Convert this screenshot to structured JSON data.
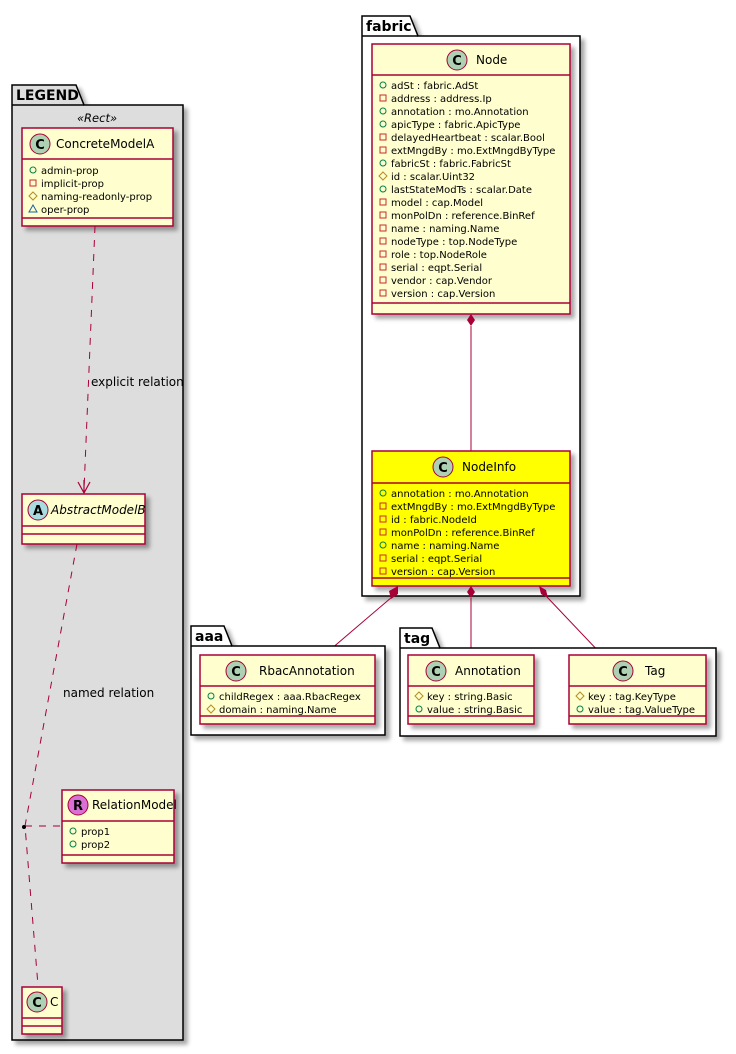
{
  "diagram": {
    "colors": {
      "class_fill": "#FEFECE",
      "class_border": "#A80036",
      "highlight_fill": "#FFFF00",
      "legend_fill": "#DDDDDD",
      "package_fill": "#FFFFFF",
      "line": "#A80036",
      "circle_class": "#ADD1B2",
      "circle_abstract": "#A9DCDF",
      "circle_relation": "#DA70D6",
      "vis_public": "#038048",
      "vis_private": "#C82930",
      "vis_protected": "#B38D22",
      "vis_package": "#1963A0"
    },
    "packages": {
      "legend": {
        "name": "LEGEND",
        "stereotype": "«Rect»"
      },
      "fabric": {
        "name": "fabric"
      },
      "aaa": {
        "name": "aaa"
      },
      "tag": {
        "name": "tag"
      }
    },
    "classes": {
      "concreteModelA": {
        "name": "ConcreteModelA",
        "kind": "C",
        "attributes": [
          {
            "vis": "public",
            "text": "admin-prop"
          },
          {
            "vis": "private",
            "text": "implicit-prop"
          },
          {
            "vis": "protected",
            "text": "naming-readonly-prop"
          },
          {
            "vis": "package",
            "text": "oper-prop"
          }
        ]
      },
      "abstractModelB": {
        "name": "AbstractModelB",
        "kind": "A",
        "attributes": []
      },
      "relationModel": {
        "name": "RelationModel",
        "kind": "R",
        "attributes": [
          {
            "vis": "public",
            "text": "prop1"
          },
          {
            "vis": "public",
            "text": "prop2"
          }
        ]
      },
      "c": {
        "name": "C",
        "kind": "C",
        "attributes": []
      },
      "node": {
        "name": "Node",
        "kind": "C",
        "attributes": [
          {
            "vis": "public",
            "text": "adSt : fabric.AdSt"
          },
          {
            "vis": "private",
            "text": "address : address.Ip"
          },
          {
            "vis": "public",
            "text": "annotation : mo.Annotation"
          },
          {
            "vis": "public",
            "text": "apicType : fabric.ApicType"
          },
          {
            "vis": "private",
            "text": "delayedHeartbeat : scalar.Bool"
          },
          {
            "vis": "private",
            "text": "extMngdBy : mo.ExtMngdByType"
          },
          {
            "vis": "public",
            "text": "fabricSt : fabric.FabricSt"
          },
          {
            "vis": "protected",
            "text": "id : scalar.Uint32"
          },
          {
            "vis": "public",
            "text": "lastStateModTs : scalar.Date"
          },
          {
            "vis": "private",
            "text": "model : cap.Model"
          },
          {
            "vis": "private",
            "text": "monPolDn : reference.BinRef"
          },
          {
            "vis": "private",
            "text": "name : naming.Name"
          },
          {
            "vis": "private",
            "text": "nodeType : top.NodeType"
          },
          {
            "vis": "private",
            "text": "role : top.NodeRole"
          },
          {
            "vis": "private",
            "text": "serial : eqpt.Serial"
          },
          {
            "vis": "private",
            "text": "vendor : cap.Vendor"
          },
          {
            "vis": "private",
            "text": "version : cap.Version"
          }
        ]
      },
      "nodeInfo": {
        "name": "NodeInfo",
        "kind": "C",
        "highlighted": true,
        "attributes": [
          {
            "vis": "public",
            "text": "annotation : mo.Annotation"
          },
          {
            "vis": "private",
            "text": "extMngdBy : mo.ExtMngdByType"
          },
          {
            "vis": "private",
            "text": "id : fabric.NodeId"
          },
          {
            "vis": "private",
            "text": "monPolDn : reference.BinRef"
          },
          {
            "vis": "public",
            "text": "name : naming.Name"
          },
          {
            "vis": "private",
            "text": "serial : eqpt.Serial"
          },
          {
            "vis": "private",
            "text": "version : cap.Version"
          }
        ]
      },
      "rbacAnnotation": {
        "name": "RbacAnnotation",
        "kind": "C",
        "attributes": [
          {
            "vis": "public",
            "text": "childRegex : aaa.RbacRegex"
          },
          {
            "vis": "protected",
            "text": "domain : naming.Name"
          }
        ]
      },
      "annotation": {
        "name": "Annotation",
        "kind": "C",
        "attributes": [
          {
            "vis": "protected",
            "text": "key : string.Basic"
          },
          {
            "vis": "public",
            "text": "value : string.Basic"
          }
        ]
      },
      "tag": {
        "name": "Tag",
        "kind": "C",
        "attributes": [
          {
            "vis": "protected",
            "text": "key : tag.KeyType"
          },
          {
            "vis": "public",
            "text": "value : tag.ValueType"
          }
        ]
      }
    },
    "relations": [
      {
        "from": "ConcreteModelA",
        "to": "AbstractModelB",
        "type": "dependency",
        "label": "explicit relation"
      },
      {
        "from": "AbstractModelB",
        "to": "C",
        "type": "association-class",
        "label": "named relation",
        "assoc": "RelationModel"
      },
      {
        "from": "Node",
        "to": "NodeInfo",
        "type": "composition",
        "label": ""
      },
      {
        "from": "NodeInfo",
        "to": "RbacAnnotation",
        "type": "composition",
        "label": ""
      },
      {
        "from": "NodeInfo",
        "to": "Annotation",
        "type": "composition",
        "label": ""
      },
      {
        "from": "NodeInfo",
        "to": "Tag",
        "type": "composition",
        "label": ""
      }
    ]
  }
}
